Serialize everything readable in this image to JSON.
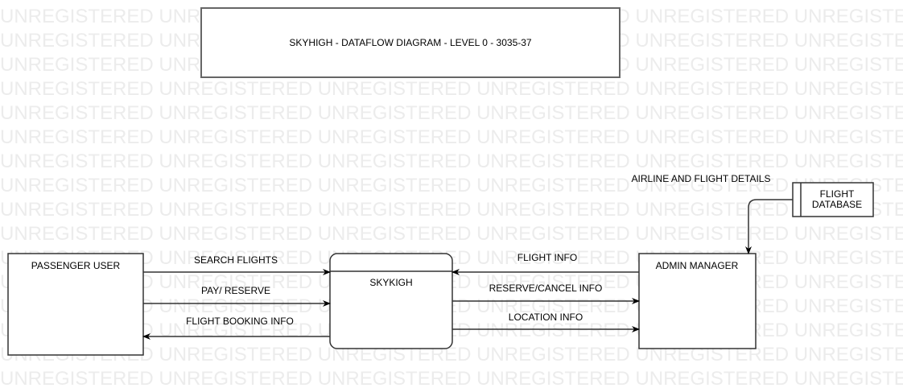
{
  "watermark": "UNREGISTERED",
  "title": "SKYHIGH - DATAFLOW DIAGRAM - LEVEL 0 - 3035-37",
  "entities": {
    "passenger": "PASSENGER USER",
    "process": "SKYKIGH",
    "admin": "ADMIN MANAGER",
    "datastore_line1": "FLIGHT",
    "datastore_line2": "DATABASE"
  },
  "flows": {
    "search_flights": "SEARCH FLIGHTS",
    "pay_reserve": "PAY/ RESERVE",
    "flight_booking_info": "FLIGHT BOOKING INFO",
    "flight_info": "FLIGHT INFO",
    "reserve_cancel_info": "RESERVE/CANCEL INFO",
    "location_info": "LOCATION INFO",
    "airline_flight_details": "AIRLINE AND FLIGHT DETAILS"
  }
}
